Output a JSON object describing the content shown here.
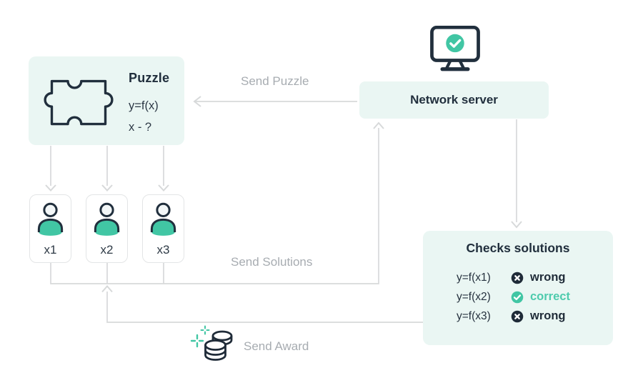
{
  "puzzle_box": {
    "title": "Puzzle",
    "formula": "y=f(x)",
    "question": "x - ?"
  },
  "network_server": {
    "label": "Network server"
  },
  "flows": {
    "send_puzzle": "Send Puzzle",
    "send_solutions": "Send Solutions",
    "send_award": "Send Award"
  },
  "miners": [
    {
      "label": "x1"
    },
    {
      "label": "x2"
    },
    {
      "label": "x3"
    }
  ],
  "checks": {
    "title": "Checks solutions",
    "rows": [
      {
        "expr": "y=f(x1)",
        "status": "wrong"
      },
      {
        "expr": "y=f(x2)",
        "status": "correct"
      },
      {
        "expr": "y=f(x3)",
        "status": "wrong"
      }
    ]
  },
  "icons": {
    "server": "monitor-check-icon",
    "puzzle": "puzzle-piece-icon",
    "miner": "miner-person-icon",
    "award": "coins-sparkle-icon",
    "wrong": "cross-circle-icon",
    "correct": "check-circle-icon"
  },
  "colors": {
    "accent_teal": "#41c6a4",
    "dark_navy": "#1f2b38",
    "box_background": "#eaf6f3",
    "arrow_gray": "#d7d9da",
    "label_gray": "#a7acb1",
    "correct_text": "#4ecbad"
  }
}
